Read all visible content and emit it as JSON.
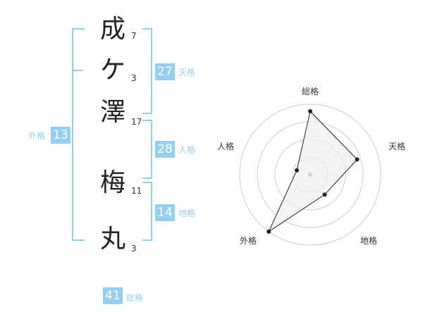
{
  "characters": [
    {
      "char": "成",
      "strokes": "7"
    },
    {
      "char": "ケ",
      "strokes": "3"
    },
    {
      "char": "澤",
      "strokes": "17"
    },
    {
      "char": "梅",
      "strokes": "11"
    },
    {
      "char": "丸",
      "strokes": "3"
    }
  ],
  "scores": {
    "tenkaku": {
      "value": "27",
      "label": "天格"
    },
    "jinkaku": {
      "value": "28",
      "label": "人格"
    },
    "chikaku": {
      "value": "14",
      "label": "地格"
    },
    "gaikaku": {
      "value": "13",
      "label": "外格"
    },
    "soukaku": {
      "value": "41",
      "label": "総格"
    }
  },
  "chart_data": {
    "type": "radar",
    "axes": [
      "総格",
      "天格",
      "地格",
      "外格",
      "人格"
    ],
    "values": [
      0.9,
      0.7,
      0.35,
      1.0,
      0.2
    ],
    "rings": 4,
    "colors": {
      "accent": "#8fd0f3",
      "fill": "#eeeeee",
      "line": "#222222"
    }
  }
}
